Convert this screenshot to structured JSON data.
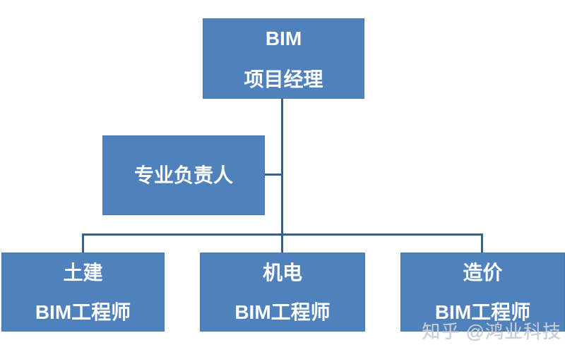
{
  "diagram": {
    "type": "org-chart",
    "colors": {
      "node_fill": "#4f81bd",
      "node_border": "#4577b0",
      "connector": "#365f91",
      "node_text": "#ffffff",
      "watermark_text": "#c9ced8",
      "background": "#ffffff"
    },
    "nodes": {
      "manager": {
        "line1": "BIM",
        "line2": "项目经理"
      },
      "lead": {
        "line1": "专业负责人"
      },
      "civil": {
        "line1": "土建",
        "line2": "BIM工程师"
      },
      "mep": {
        "line1": "机电",
        "line2": "BIM工程师"
      },
      "cost": {
        "line1": "造价",
        "line2": "BIM工程师"
      }
    },
    "connections": [
      "manager -> civil",
      "manager -> mep",
      "manager -> cost",
      "manager -- lead (assistant)"
    ],
    "watermark": "知乎 @鸿业科技"
  }
}
